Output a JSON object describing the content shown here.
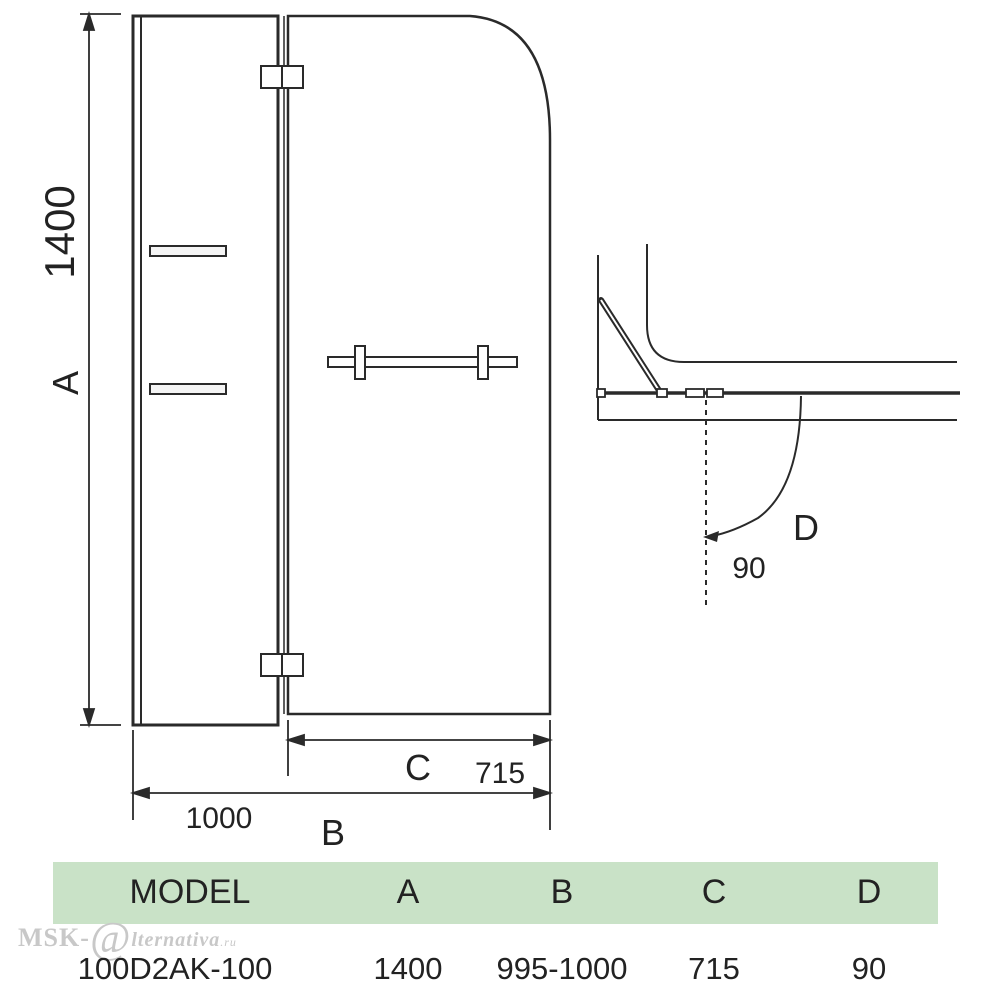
{
  "drawing": {
    "height_value": "1400",
    "height_letter": "A",
    "width_value": "1000",
    "width_letter": "B",
    "door_value": "715",
    "door_letter": "C",
    "angle_value": "90",
    "angle_letter": "D"
  },
  "table": {
    "headers": [
      "MODEL",
      "A",
      "B",
      "C",
      "D"
    ],
    "row": [
      "100D2AK-100",
      "1400",
      "995-1000",
      "715",
      "90"
    ],
    "band_color": "#c9e2c7"
  },
  "watermark": {
    "prefix": "MSK-",
    "at": "@",
    "name": "lternativa",
    "domain": ".ru"
  }
}
